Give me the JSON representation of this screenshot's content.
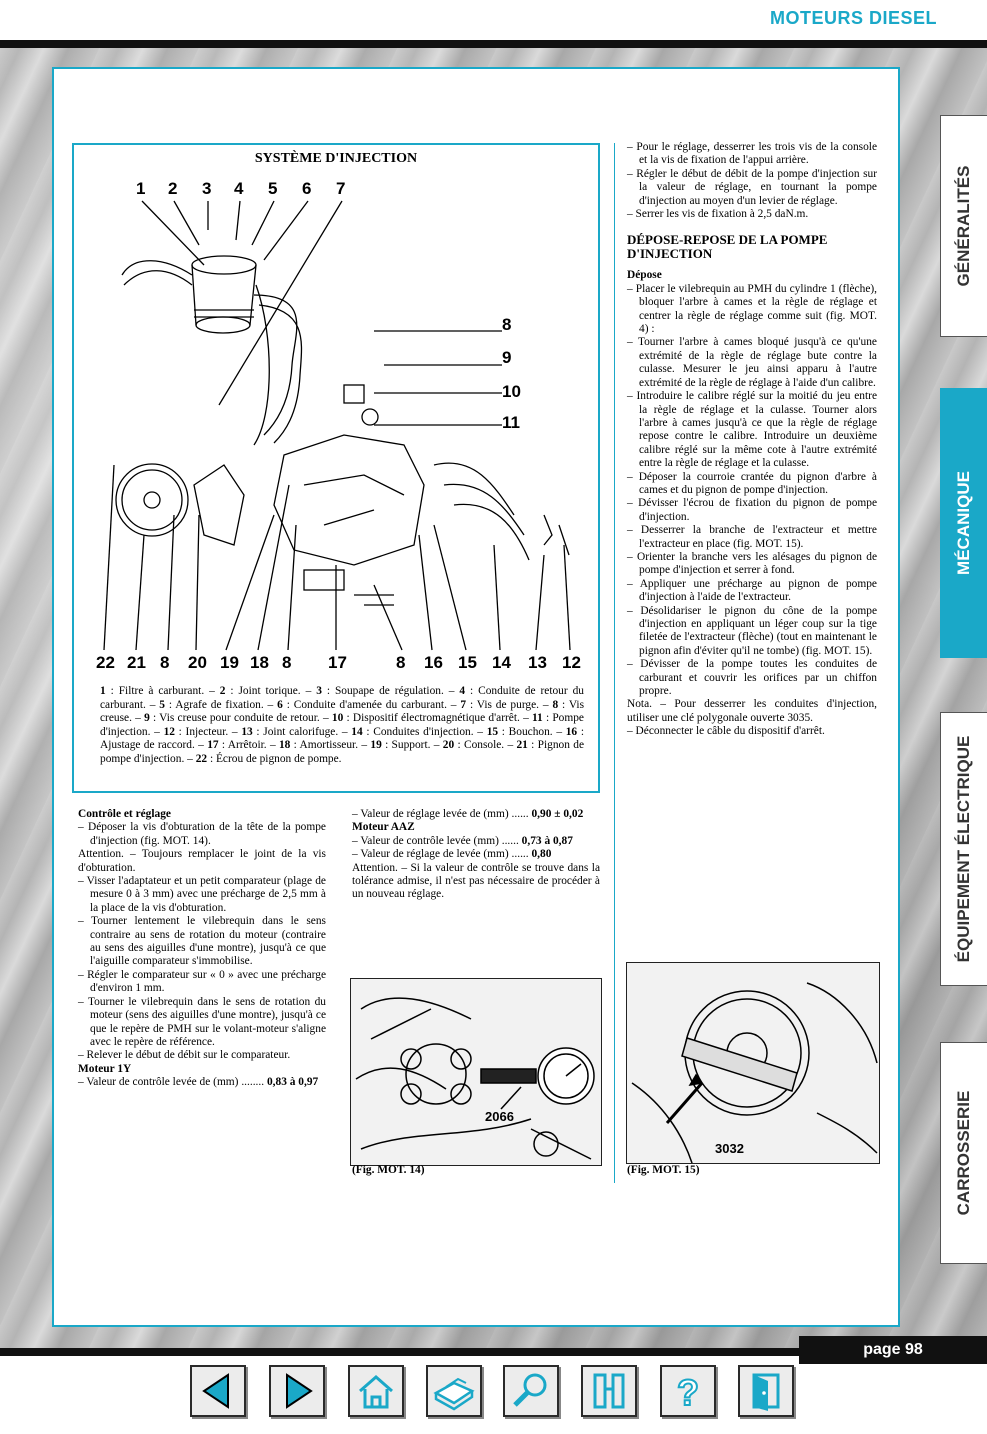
{
  "header": {
    "title": "MOTEURS  DIESEL"
  },
  "tabs": [
    "GÉNÉRALITÉS",
    "MÉCANIQUE",
    "ÉQUIPEMENT ÉLECTRIQUE",
    "CARROSSERIE"
  ],
  "active_tab": "MÉCANIQUE",
  "page_label": "page 98",
  "diagram": {
    "title": "SYSTÈME D'INJECTION",
    "top_numbers": [
      "1",
      "2",
      "3",
      "4",
      "5",
      "6",
      "7"
    ],
    "right_numbers": [
      "8",
      "9",
      "10",
      "11"
    ],
    "bottom_numbers": [
      "22",
      "21",
      "8",
      "20",
      "19",
      "18",
      "8",
      "17",
      "8",
      "16",
      "15",
      "14",
      "13",
      "12"
    ],
    "legend": [
      {
        "n": "1",
        "t": "Filtre à carburant."
      },
      {
        "n": "2",
        "t": "Joint torique."
      },
      {
        "n": "3",
        "t": "Soupape de régulation."
      },
      {
        "n": "4",
        "t": "Conduite de retour du carburant."
      },
      {
        "n": "5",
        "t": "Agrafe de fixation."
      },
      {
        "n": "6",
        "t": "Conduite d'amenée du carburant."
      },
      {
        "n": "7",
        "t": "Vis de purge."
      },
      {
        "n": "8",
        "t": "Vis creuse."
      },
      {
        "n": "9",
        "t": "Vis creuse pour conduite de retour."
      },
      {
        "n": "10",
        "t": "Dispositif électromagnétique d'arrêt."
      },
      {
        "n": "11",
        "t": "Pompe d'injection."
      },
      {
        "n": "12",
        "t": "Injecteur."
      },
      {
        "n": "13",
        "t": "Joint calorifuge."
      },
      {
        "n": "14",
        "t": "Conduites d'injection."
      },
      {
        "n": "15",
        "t": "Bouchon."
      },
      {
        "n": "16",
        "t": "Ajustage de raccord."
      },
      {
        "n": "17",
        "t": "Arrêtoir."
      },
      {
        "n": "18",
        "t": "Amortisseur."
      },
      {
        "n": "19",
        "t": "Support."
      },
      {
        "n": "20",
        "t": "Console."
      },
      {
        "n": "21",
        "t": "Pignon de pompe d'injection."
      },
      {
        "n": "22",
        "t": "Écrou de pignon de pompe."
      }
    ]
  },
  "left_col": {
    "heading": "Contrôle et réglage",
    "items": [
      "Déposer la vis d'obturation de la tête de la pompe d'injection (fig. MOT. 14).",
      "Attention. – Toujours remplacer le joint de la vis d'obturation.",
      "Visser l'adaptateur et un petit comparateur (plage de mesure 0 à 3 mm) avec une précharge de 2,5 mm à la place de la vis d'obturation.",
      "Tourner lentement le vilebrequin dans le sens contraire au sens de rotation du moteur (contraire au sens des aiguilles d'une montre), jusqu'à ce que l'aiguille comparateur s'immobilise.",
      "Régler le comparateur sur « 0 » avec une précharge d'environ 1 mm.",
      "Tourner le vilebrequin dans le sens de rotation du moteur (sens des aiguilles d'une montre), jusqu'à ce que le repère de PMH sur le volant-moteur s'aligne avec le repère de référence.",
      "Relever le début de débit sur le comparateur."
    ],
    "moteur1": "Moteur 1Y",
    "m1_label": "Valeur de contrôle levée de (mm)",
    "m1_value": "0,83 à 0,97"
  },
  "mid_col": {
    "reg_label": "Valeur de réglage levée de (mm)",
    "reg_value": "0,90 ± 0,02",
    "moteur2": "Moteur AAZ",
    "c_label": "Valeur de contrôle levée (mm)",
    "c_value": "0,73 à 0,87",
    "r_label": "Valeur de réglage de levée (mm)",
    "r_value": "0,80",
    "attention": "Attention. – Si la valeur de contrôle se trouve dans la tolérance admise, il n'est pas nécessaire de procéder à un nouveau réglage.",
    "fig_label": "2066",
    "fig_caption": "(Fig. MOT. 14)"
  },
  "right_col": {
    "intro": [
      "Pour le réglage, desserrer les trois vis de la console et la vis de fixation de l'appui arrière.",
      "Régler le début de débit de la pompe d'injection sur la valeur de réglage, en tournant la pompe d'injection au moyen d'un levier de réglage.",
      "Serrer les vis de fixation à 2,5 daN.m."
    ],
    "heading": "DÉPOSE-REPOSE DE LA POMPE D'INJECTION",
    "sub": "Dépose",
    "items": [
      "Placer le vilebrequin au PMH du cylindre 1 (flèche), bloquer l'arbre à cames et la règle de réglage et centrer la règle de réglage comme suit (fig. MOT. 4) :",
      "Tourner l'arbre à cames bloqué jusqu'à ce qu'une extrémité de la règle de réglage bute contre la culasse. Mesurer le jeu ainsi apparu à l'autre extrémité de la règle de réglage à l'aide d'un calibre.",
      "Introduire le calibre réglé sur la moitié du jeu entre la règle de réglage et la culasse. Tourner alors l'arbre à cames jusqu'à ce que la règle de réglage repose contre le calibre. Introduire un deuxième calibre réglé sur la même cote à l'autre extrémité entre la règle de réglage et la culasse.",
      "Déposer la courroie crantée du pignon d'arbre à cames et du pignon de pompe d'injection.",
      "Dévisser l'écrou de fixation du pignon de pompe d'injection.",
      "Desserrer la branche de l'extracteur et mettre l'extracteur en place (fig. MOT. 15).",
      "Orienter la branche vers les alésages du pignon de pompe d'injection et serrer à fond.",
      "Appliquer une précharge au pignon de pompe d'injection à l'aide de l'extracteur.",
      "Désolidariser le pignon du cône de la pompe d'injection en appliquant un léger coup sur la tige filetée de l'extracteur (flèche) (tout en maintenant le pignon afin d'éviter qu'il ne tombe) (fig. MOT. 15).",
      "Dévisser de la pompe toutes les conduites de carburant et couvrir les orifices par un chiffon propre."
    ],
    "nota": "Nota. – Pour desserrer les conduites d'injection, utiliser une clé polygonale ouverte 3035.",
    "last": "Déconnecter le câble du dispositif d'arrêt.",
    "fig_label": "3032",
    "fig_caption": "(Fig. MOT. 15)"
  },
  "nav": [
    "back-icon",
    "forward-icon",
    "home-icon",
    "print-icon",
    "search-icon",
    "binoculars-icon",
    "help-icon",
    "exit-icon"
  ]
}
